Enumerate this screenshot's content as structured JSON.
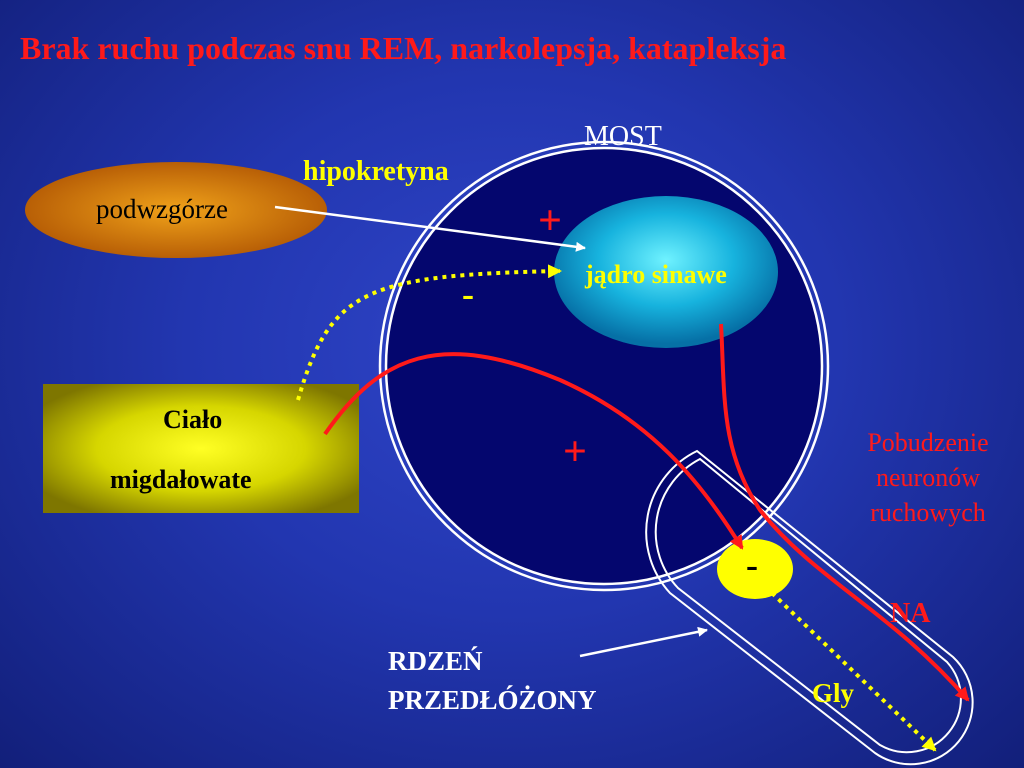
{
  "title": "Brak ruchu podczas snu REM, narkolepsja, katapleksja",
  "labels": {
    "most": "MOST",
    "hipokretyna": "hipokretyna",
    "podwzgorze": "podwzgórze",
    "jadro_sinawe": "jądro sinawe",
    "cialo_line1": "Ciało",
    "cialo_line2": "migdałowate",
    "pobudzenie": "Pobudzenie neuronów ruchowych",
    "na": "NA",
    "gly": "Gly",
    "rdzen_line1": "RDZEŃ",
    "rdzen_line2": "PRZEDŁÓŻONY"
  },
  "signs": {
    "plus_hipokretyna": "+",
    "minus_migdal": "-",
    "plus_pathway": "+",
    "minus_inhibitory": "-"
  },
  "colors": {
    "title": "#ff1a1a",
    "excitatory": "#ff1a1a",
    "inhibitory": "#ffff00",
    "pons": "#04066e",
    "outline": "#ffffff"
  }
}
